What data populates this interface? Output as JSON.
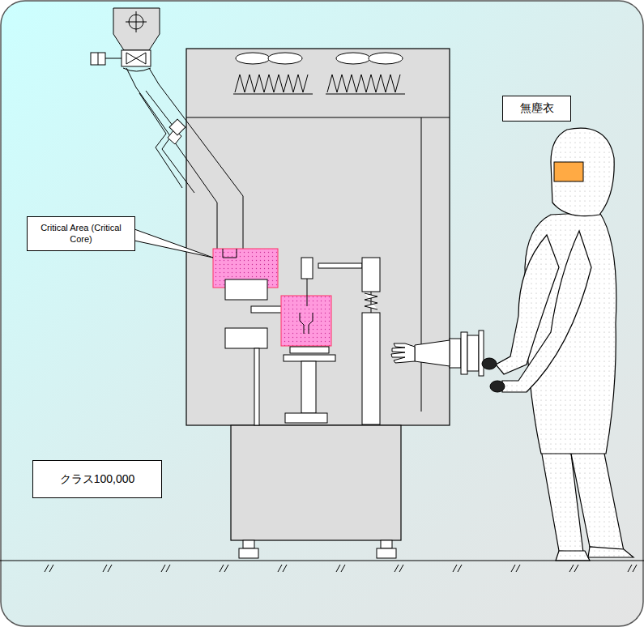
{
  "diagram": {
    "nodes": [
      {
        "text": [
          "Critical Area (Critical Core)"
        ]
      },
      {
        "text": [
          "無塵衣"
        ]
      },
      {
        "text": [
          "クラス100,000"
        ]
      }
    ]
  }
}
